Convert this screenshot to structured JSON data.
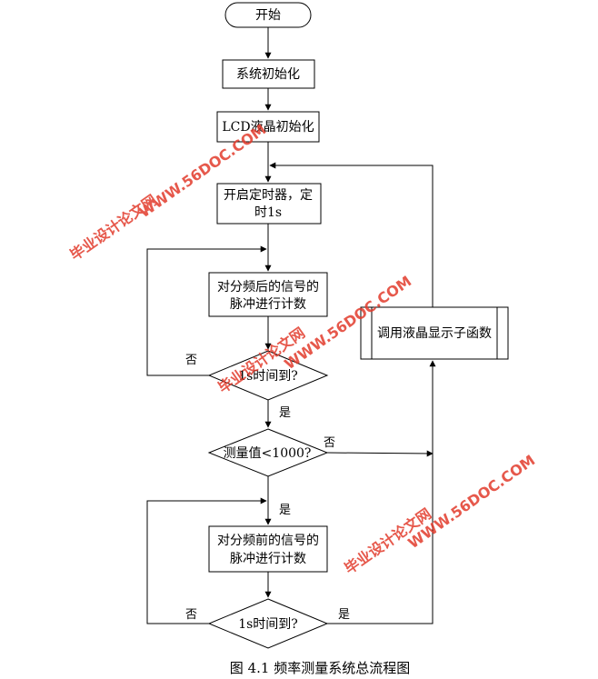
{
  "nodes": {
    "start": "开始",
    "init_system": "系统初始化",
    "init_lcd": "LCD液晶初始化",
    "start_timer_line1": "开启定时器，定",
    "start_timer_line2": "时1s",
    "count_divided_line1": "对分频后的信号的",
    "count_divided_line2": "脉冲进行计数",
    "decision_time1": "1s时间到?",
    "decision_value": "测量值<1000?",
    "count_before_line1": "对分频前的信号的",
    "count_before_line2": "脉冲进行计数",
    "decision_time2": "1s时间到?",
    "display_call": "调用液晶显示子函数"
  },
  "edge_labels": {
    "time1_no": "否",
    "time1_yes": "是",
    "value_no": "否",
    "value_yes": "是",
    "time2_no": "否",
    "time2_yes": "是"
  },
  "caption": "图 4.1  频率测量系统总流程图",
  "watermarks": {
    "line1": "毕业设计论文网",
    "line2": "WWW.56DOC.COM",
    "color": "#e23a2b"
  }
}
